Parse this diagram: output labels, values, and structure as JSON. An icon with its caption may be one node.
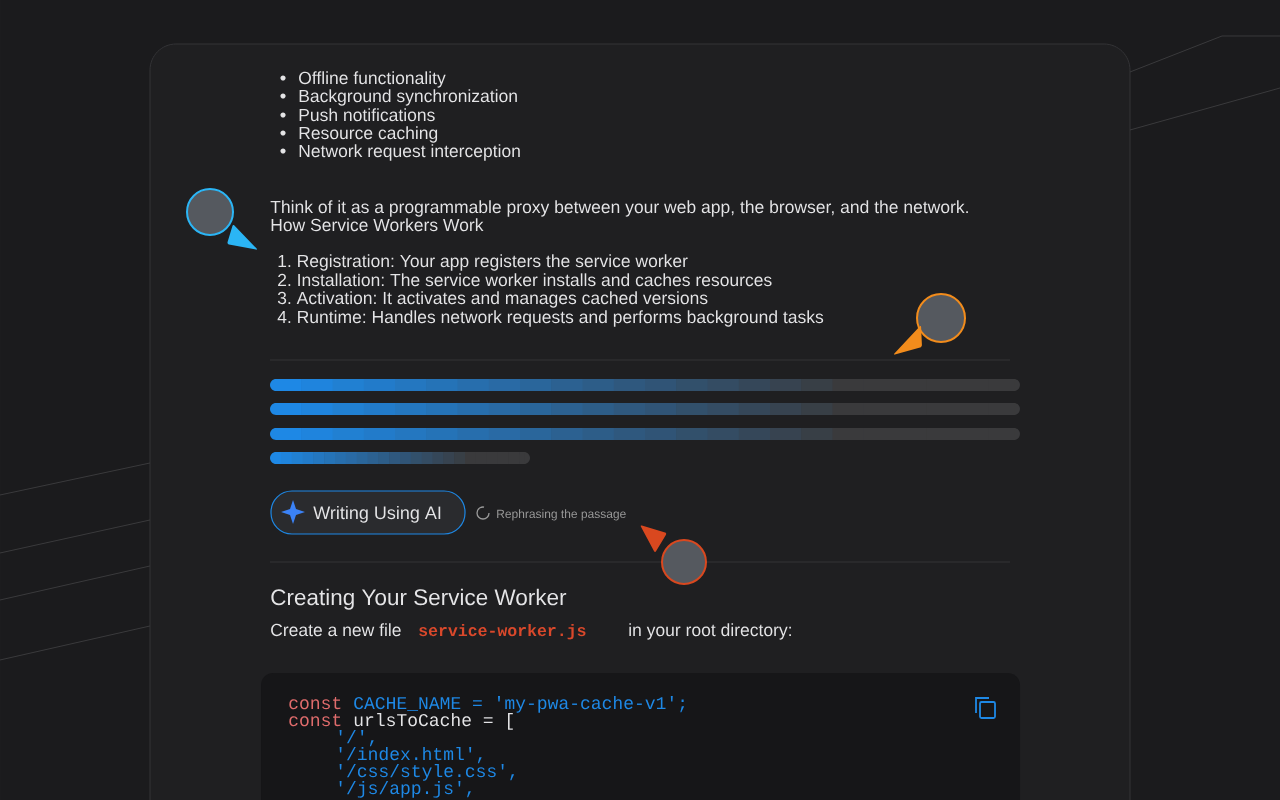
{
  "diagram": {
    "nodes": [
      {
        "text": [
          "Writing Using AI"
        ]
      },
      {
        "text": [
          "const",
          "CACHE_NAME = 'my-pwa-cache-v1';",
          "const",
          "urlsToCache = [",
          "'/',",
          "'/index.html',",
          "'/css/style.css',",
          "'/js/app.js',"
        ]
      }
    ],
    "labels": [
      "Offline functionality",
      "Background synchronization",
      "Push notifications",
      "Resource caching",
      "Network request interception",
      "Think of it as a programmable proxy between your web app, the browser, and the network.",
      "How Service Workers Work",
      "1. Registration: Your app registers the service worker",
      "2. Installation: The service worker installs and caches resources",
      "3. Activation: It activates and manages cached versions",
      "4. Runtime: Handles network requests and performs background tasks",
      "Rephrasing the passage",
      "Creating Your Service Worker",
      "Create a new file",
      "service-worker.js",
      "in your root directory:"
    ]
  }
}
